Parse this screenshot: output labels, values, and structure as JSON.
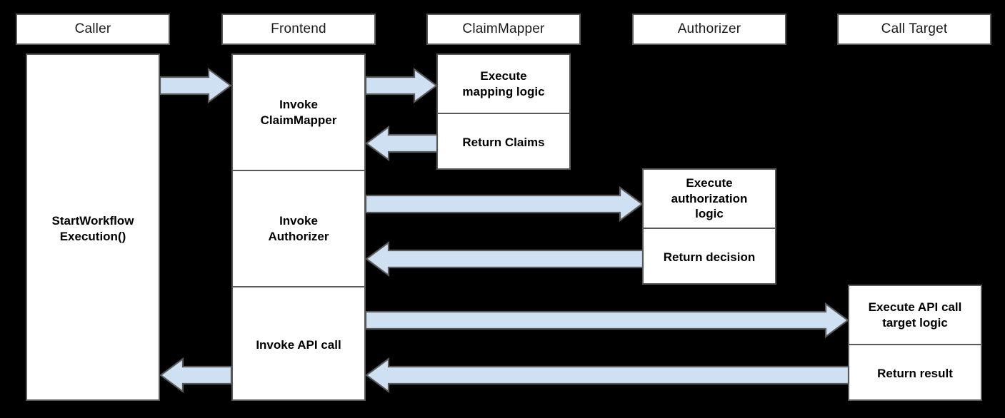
{
  "diagram": {
    "type": "sequence-diagram",
    "background_color": "#000000",
    "box_fill": "#ffffff",
    "box_border": "#595959",
    "arrow_fill": "#cfe0f3",
    "arrow_border": "#595959",
    "title": ""
  },
  "participants": [
    {
      "id": "caller",
      "label": "Caller"
    },
    {
      "id": "frontend",
      "label": "Frontend"
    },
    {
      "id": "claimmapper",
      "label": "ClaimMapper"
    },
    {
      "id": "authorizer",
      "label": "Authorizer"
    },
    {
      "id": "calltarget",
      "label": "Call Target"
    }
  ],
  "lifelines": {
    "caller": {
      "segments": [
        {
          "label": "StartWorkflow\nExecution()"
        }
      ]
    },
    "frontend": {
      "segments": [
        {
          "label": "Invoke\nClaimMapper"
        },
        {
          "label": "Invoke\nAuthorizer"
        },
        {
          "label": "Invoke API call"
        }
      ]
    },
    "claimmapper": {
      "segments": [
        {
          "label": "Execute\nmapping logic"
        },
        {
          "label": "Return Claims"
        }
      ]
    },
    "authorizer": {
      "segments": [
        {
          "label": "Execute\nauthorization\nlogic"
        },
        {
          "label": "Return decision"
        }
      ]
    },
    "calltarget": {
      "segments": [
        {
          "label": "Execute API call\ntarget logic"
        },
        {
          "label": "Return result"
        }
      ]
    }
  },
  "messages": [
    {
      "id": "m1",
      "from": "caller",
      "to": "frontend",
      "direction": "right",
      "label": ""
    },
    {
      "id": "m2",
      "from": "frontend",
      "to": "claimmapper",
      "direction": "right",
      "label": ""
    },
    {
      "id": "m3",
      "from": "claimmapper",
      "to": "frontend",
      "direction": "left",
      "label": ""
    },
    {
      "id": "m4",
      "from": "frontend",
      "to": "authorizer",
      "direction": "right",
      "label": ""
    },
    {
      "id": "m5",
      "from": "authorizer",
      "to": "frontend",
      "direction": "left",
      "label": ""
    },
    {
      "id": "m6",
      "from": "frontend",
      "to": "calltarget",
      "direction": "right",
      "label": ""
    },
    {
      "id": "m7",
      "from": "calltarget",
      "to": "frontend",
      "direction": "left",
      "label": ""
    },
    {
      "id": "m8",
      "from": "frontend",
      "to": "caller",
      "direction": "left",
      "label": ""
    }
  ]
}
